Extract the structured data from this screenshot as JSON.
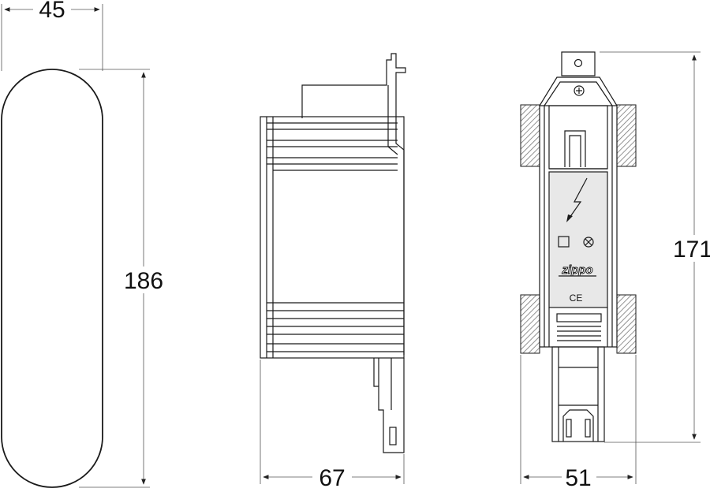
{
  "dimensions": {
    "width_left": "45",
    "height_left": "186",
    "width_middle": "67",
    "height_right": "171",
    "width_right": "51"
  },
  "device_markings": {
    "brand": "zippo",
    "certification": "CE"
  },
  "icons": [
    "lightning-warning-icon",
    "square-indicator-icon",
    "lamp-indicator-icon",
    "screw-icon"
  ],
  "colors": {
    "line": "#1a1a1a",
    "hatch": "#777777",
    "body_fill": "#e8e8e8"
  }
}
